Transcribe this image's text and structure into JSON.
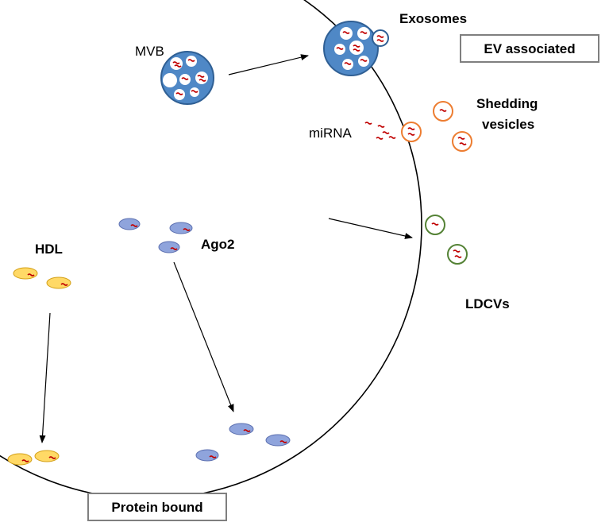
{
  "labels": {
    "mvb": "MVB",
    "exosomes": "Exosomes",
    "ev_associated": "EV associated",
    "shedding_line1": "Shedding",
    "shedding_line2": "vesicles",
    "mirna": "miRNA",
    "hdl": "HDL",
    "ago2": "Ago2",
    "ldcvs": "LDCVs",
    "protein_bound": "Protein bound"
  },
  "colors": {
    "mvb_fill": "#4f88c6",
    "mvb_stroke": "#2f5f94",
    "orange_vesicle": "#ed7d31",
    "green_vesicle": "#548235",
    "ago2_fill": "#8fa4dc",
    "ago2_stroke": "#5b6fb0",
    "hdl_fill": "#ffd966",
    "hdl_stroke": "#d4a017",
    "mirna": "#c00000",
    "box_stroke": "#7f7f7f"
  }
}
